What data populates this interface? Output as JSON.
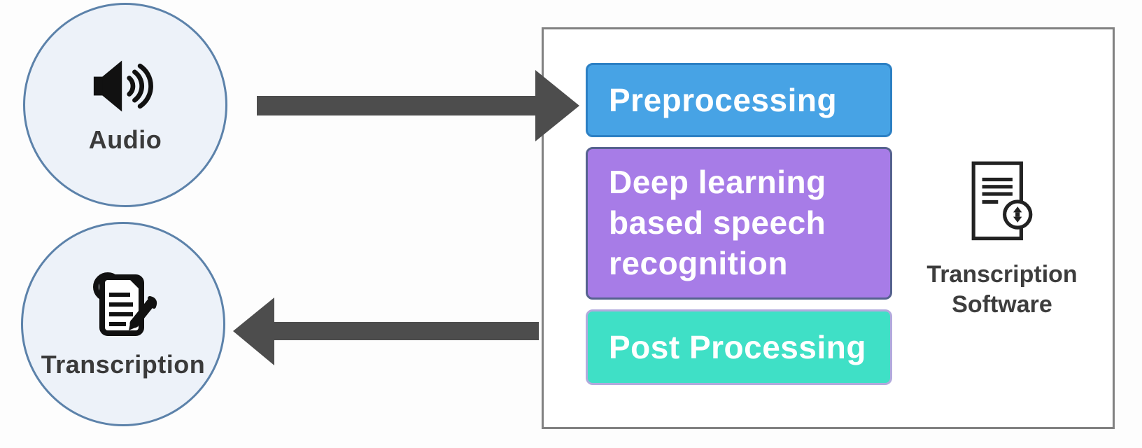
{
  "palette": {
    "background": "#fdfdfd",
    "circle_fill": "#edf2f9",
    "circle_border": "#5c82aa",
    "node_label_text": "#3a3a3a",
    "arrow": "#4d4d4d",
    "software_box_border": "#818181",
    "software_box_fill": "#ffffff",
    "step_text": "#ffffff",
    "preprocessing_fill": "#47a3e5",
    "preprocessing_border": "#2c80c4",
    "deep_learning_fill": "#a77ce7",
    "deep_learning_border": "#56628f",
    "post_processing_fill": "#3fe0c6",
    "post_processing_border": "#b2aadd",
    "icon_color": "#111111"
  },
  "nodes": {
    "audio": {
      "label": "Audio",
      "icon": "speaker-icon"
    },
    "transcription": {
      "label": "Transcription",
      "icon": "document-pencil-icon"
    }
  },
  "software": {
    "steps": [
      {
        "label": "Preprocessing"
      },
      {
        "label": "Deep learning based speech recognition",
        "lines": [
          "Deep learning",
          "based speech",
          "recognition"
        ]
      },
      {
        "label": "Post Processing"
      }
    ],
    "caption_lines": [
      "Transcription",
      "Software"
    ],
    "icon": "document-export-icon"
  },
  "arrows": [
    {
      "name": "audio-to-software-arrow",
      "direction": "right"
    },
    {
      "name": "software-to-transcription-arrow",
      "direction": "left"
    }
  ]
}
